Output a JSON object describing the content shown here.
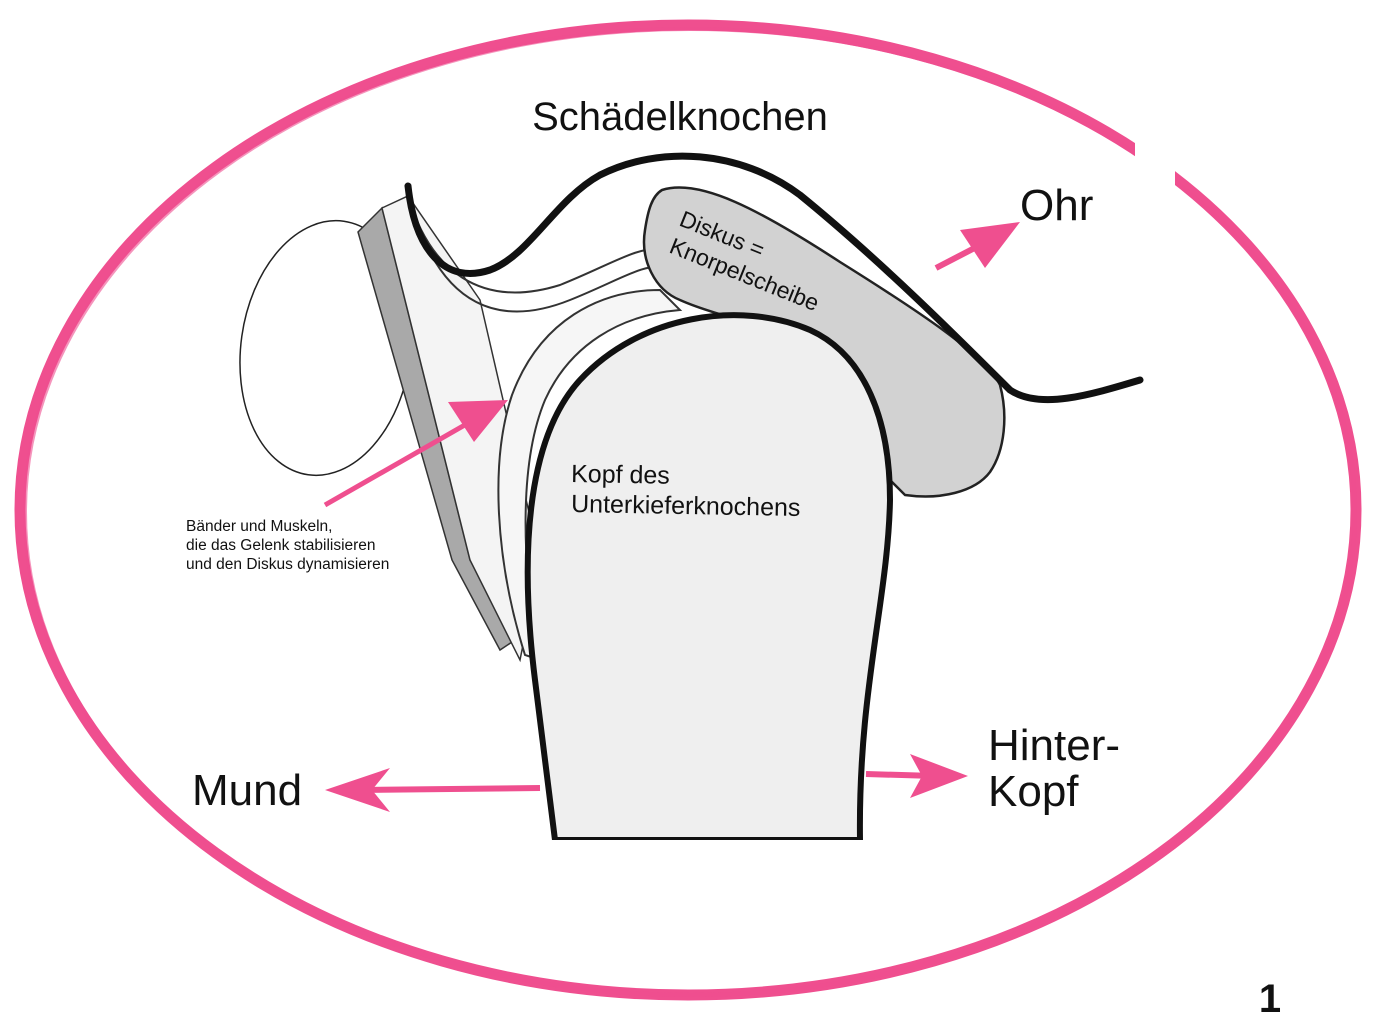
{
  "labels": {
    "skull": "Schädelknochen",
    "ear": "Ohr",
    "disc_line1": "Diskus =",
    "disc_line2": "Knorpelscheibe",
    "condyle_line1": "Kopf des",
    "condyle_line2": "Unterkieferknochens",
    "ligaments_line1": "Bänder und Muskeln,",
    "ligaments_line2": "die das Gelenk stabilisieren",
    "ligaments_line3": "und den Diskus dynamisieren",
    "mouth": "Mund",
    "back_line1": "Hinter-",
    "back_line2": "Kopf"
  },
  "page_number": "1",
  "colors": {
    "frame": "#ef4f8f",
    "arrow": "#ef4f8f",
    "bone_outline": "#111111",
    "disc_fill": "#d2d2d2",
    "condyle_fill": "#efefef",
    "ligament_fill": "#a9a9a9"
  }
}
